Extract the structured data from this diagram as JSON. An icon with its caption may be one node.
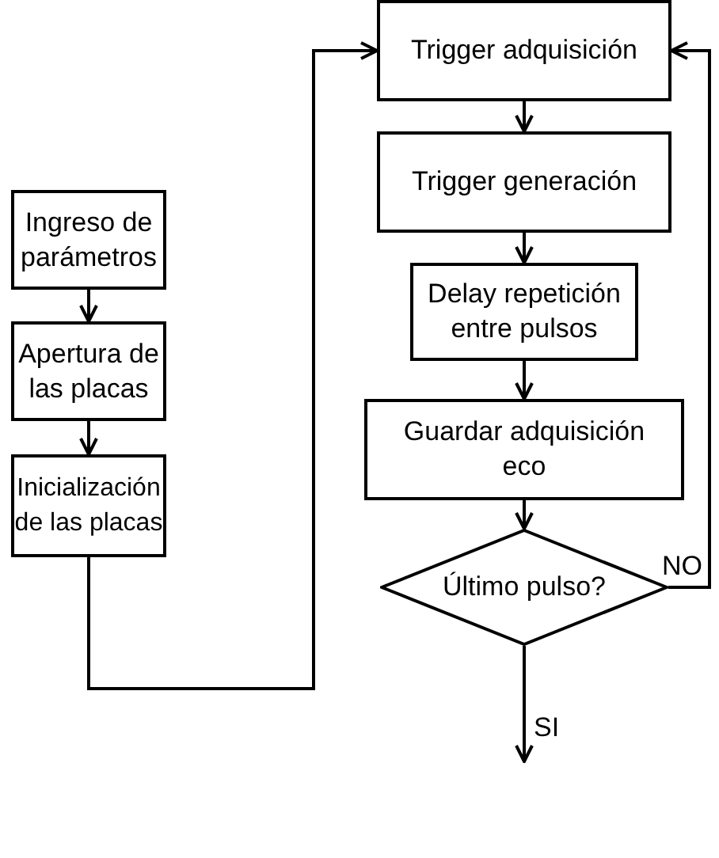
{
  "diagram": {
    "nodes": [
      {
        "text": [
          "Ingreso de parámetros"
        ]
      },
      {
        "text": [
          "Apertura de las placas"
        ]
      },
      {
        "text": [
          "Inicialización de las placas"
        ]
      },
      {
        "text": [
          "Trigger adquisición"
        ]
      },
      {
        "text": [
          "Trigger generación"
        ]
      },
      {
        "text": [
          "Delay repetición entre pulsos"
        ]
      },
      {
        "text": [
          "Guardar adquisición eco"
        ]
      },
      {
        "text": [
          "Último pulso?"
        ]
      }
    ],
    "edges": [
      {
        "from": 0,
        "to": 1,
        "arrow": "to"
      },
      {
        "from": 1,
        "to": 2,
        "arrow": "to"
      },
      {
        "from": 2,
        "to": 3,
        "arrow": "to"
      },
      {
        "from": 3,
        "to": 4,
        "arrow": "to"
      },
      {
        "from": 4,
        "to": 5,
        "arrow": "to"
      },
      {
        "from": 5,
        "to": 6,
        "arrow": "to"
      },
      {
        "from": 6,
        "to": 7,
        "arrow": "to"
      },
      {
        "from": 7,
        "to": 3,
        "arrow": "to",
        "label": "NO"
      },
      {
        "from": 7,
        "to": null,
        "arrow": "to",
        "label": "SI"
      }
    ]
  }
}
